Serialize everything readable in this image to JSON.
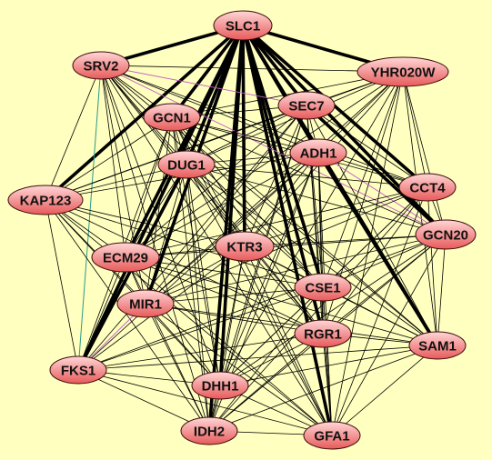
{
  "network": {
    "node_fill_top": "#ffd6d6",
    "node_fill_bottom": "#e85a5a",
    "edge_color": "#000000",
    "accent_edges": {
      "teal": "#2a9a8a",
      "magenta": "#c060c0"
    },
    "nodes": [
      {
        "id": "SLC1",
        "label": "SLC1"
      },
      {
        "id": "SRV2",
        "label": "SRV2"
      },
      {
        "id": "YHR020W",
        "label": "YHR020W"
      },
      {
        "id": "GCN1",
        "label": "GCN1"
      },
      {
        "id": "SEC7",
        "label": "SEC7"
      },
      {
        "id": "ADH1",
        "label": "ADH1"
      },
      {
        "id": "DUG1",
        "label": "DUG1"
      },
      {
        "id": "CCT4",
        "label": "CCT4"
      },
      {
        "id": "KAP123",
        "label": "KAP123"
      },
      {
        "id": "GCN20",
        "label": "GCN20"
      },
      {
        "id": "ECM29",
        "label": "ECM29"
      },
      {
        "id": "KTR3",
        "label": "KTR3"
      },
      {
        "id": "CSE1",
        "label": "CSE1"
      },
      {
        "id": "MIR1",
        "label": "MIR1"
      },
      {
        "id": "RGR1",
        "label": "RGR1"
      },
      {
        "id": "SAM1",
        "label": "SAM1"
      },
      {
        "id": "FKS1",
        "label": "FKS1"
      },
      {
        "id": "DHH1",
        "label": "DHH1"
      },
      {
        "id": "IDH2",
        "label": "IDH2"
      },
      {
        "id": "GFA1",
        "label": "GFA1"
      }
    ]
  }
}
